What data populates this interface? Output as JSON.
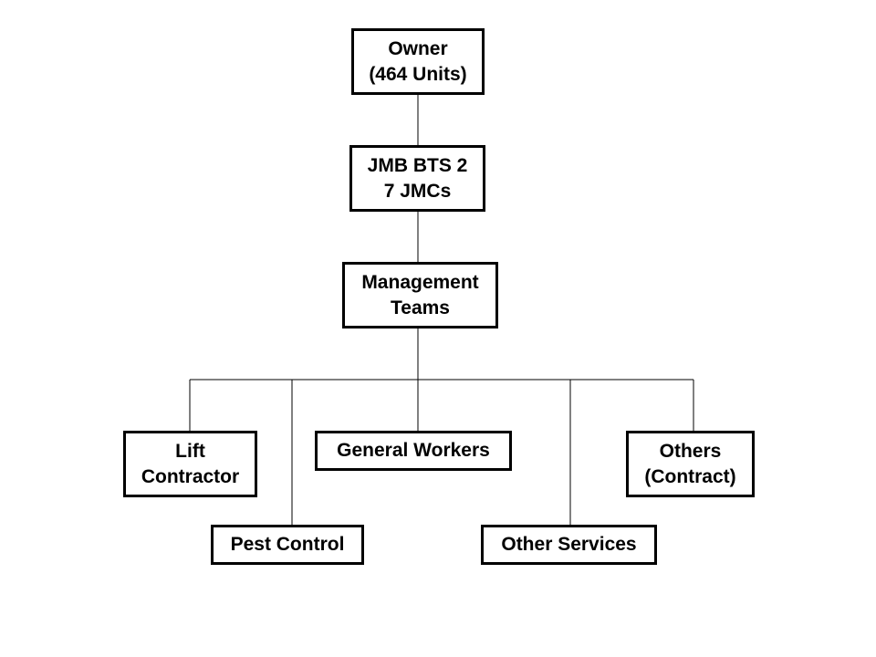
{
  "org_chart": {
    "owner": {
      "line1": "Owner",
      "line2": "(464 Units)"
    },
    "jmb": {
      "line1": "JMB BTS 2",
      "line2": "7 JMCs"
    },
    "mgmt": {
      "line1": "Management",
      "line2": "Teams"
    },
    "lift": {
      "line1": "Lift",
      "line2": "Contractor"
    },
    "general": {
      "line1": "General Workers"
    },
    "others": {
      "line1": "Others",
      "line2": "(Contract)"
    },
    "pest": {
      "line1": "Pest Control"
    },
    "services": {
      "line1": "Other Services"
    }
  },
  "colors": {
    "line": "#000000",
    "box_border": "#000000",
    "background": "#ffffff"
  }
}
